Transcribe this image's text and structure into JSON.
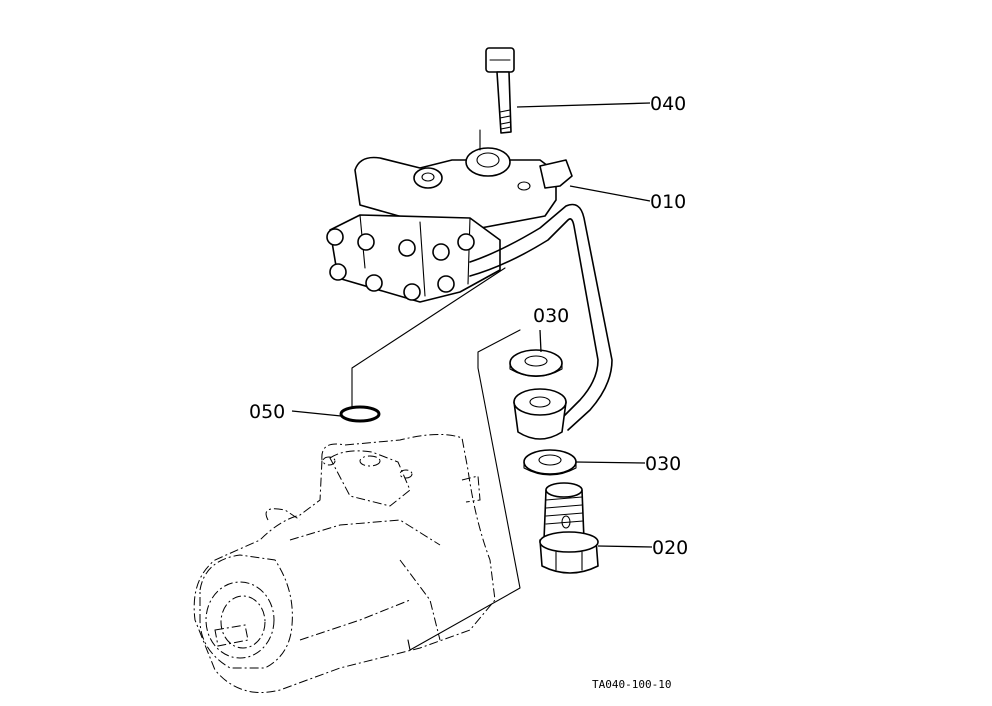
{
  "diagram": {
    "callouts": [
      {
        "id": "040",
        "label": "040"
      },
      {
        "id": "010",
        "label": "010"
      },
      {
        "id": "030a",
        "label": "030"
      },
      {
        "id": "050",
        "label": "050"
      },
      {
        "id": "030b",
        "label": "030"
      },
      {
        "id": "020",
        "label": "020"
      }
    ],
    "drawing_code": "TA040-100-10"
  }
}
